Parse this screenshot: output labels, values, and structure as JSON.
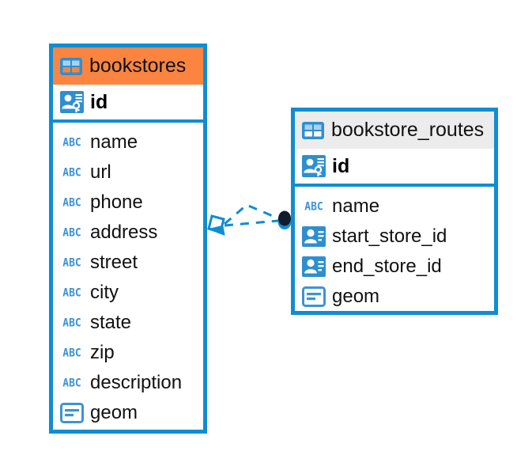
{
  "diagram": {
    "type": "entity-relationship-diagram",
    "accent_color": "#0f8dd3",
    "highlight_color": "#fb8440",
    "header_grey": "#ececec",
    "tables": [
      {
        "name": "bookstores",
        "header_style": "orange",
        "table_icon": "table-icon",
        "primary_key": {
          "label": "id",
          "icon": "primary-key-icon"
        },
        "fields": [
          {
            "label": "name",
            "icon": "abc-icon",
            "type_glyph": "ABC"
          },
          {
            "label": "url",
            "icon": "abc-icon",
            "type_glyph": "ABC"
          },
          {
            "label": "phone",
            "icon": "abc-icon",
            "type_glyph": "ABC"
          },
          {
            "label": "address",
            "icon": "abc-icon",
            "type_glyph": "ABC"
          },
          {
            "label": "street",
            "icon": "abc-icon",
            "type_glyph": "ABC"
          },
          {
            "label": "city",
            "icon": "abc-icon",
            "type_glyph": "ABC"
          },
          {
            "label": "state",
            "icon": "abc-icon",
            "type_glyph": "ABC"
          },
          {
            "label": "zip",
            "icon": "abc-icon",
            "type_glyph": "ABC"
          },
          {
            "label": "description",
            "icon": "abc-icon",
            "type_glyph": "ABC"
          },
          {
            "label": "geom",
            "icon": "geometry-icon",
            "type_glyph": ""
          }
        ]
      },
      {
        "name": "bookstore_routes",
        "header_style": "grey",
        "table_icon": "table-icon",
        "primary_key": {
          "label": "id",
          "icon": "primary-key-icon"
        },
        "fields": [
          {
            "label": "name",
            "icon": "abc-icon",
            "type_glyph": "ABC"
          },
          {
            "label": "start_store_id",
            "icon": "foreign-key-icon",
            "type_glyph": ""
          },
          {
            "label": "end_store_id",
            "icon": "foreign-key-icon",
            "type_glyph": ""
          },
          {
            "label": "geom",
            "icon": "geometry-icon",
            "type_glyph": ""
          }
        ]
      }
    ],
    "relationship": {
      "name": "bookstores-to-bookstore-routes-relationship",
      "source_marker": "crows-foot-marker",
      "target_marker": "filled-circle-marker",
      "line_style": "dashed"
    }
  }
}
